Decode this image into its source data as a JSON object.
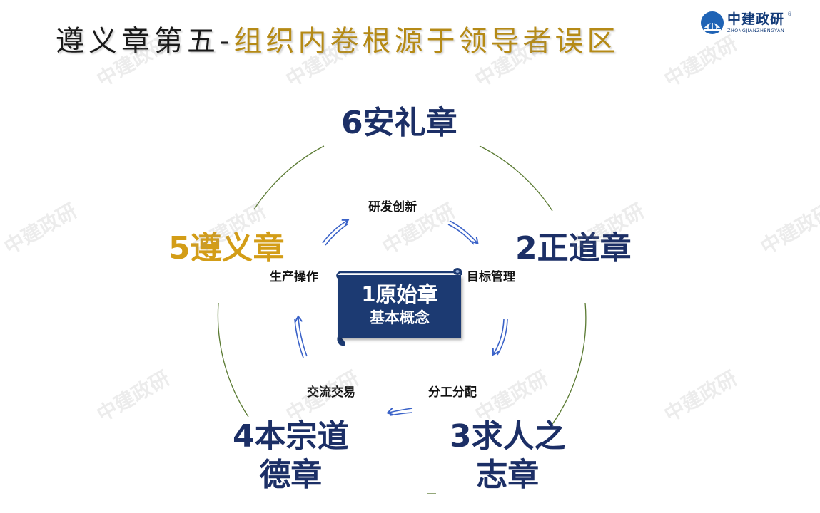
{
  "title": {
    "part1": "遵义章第五",
    "separator": "-",
    "part2": "组织内卷根源于领导者误区"
  },
  "logo": {
    "name": "中建政研",
    "registered": "®",
    "subtitle": "ZHONGJIANZHENGYAN"
  },
  "watermark": "中建政研",
  "center": {
    "title": "1原始章",
    "subtitle": "基本概念"
  },
  "nodes": {
    "n6": "6安礼章",
    "n2": "2正道章",
    "n3_line1": "3求人之",
    "n3_line2": "志章",
    "n4_line1": "4本宗道",
    "n4_line2": "德章",
    "n5": "5遵义章"
  },
  "steps": {
    "research": "研发创新",
    "target": "目标管理",
    "division": "分工分配",
    "exchange": "交流交易",
    "production": "生产操作"
  },
  "colors": {
    "navy": "#1c2f66",
    "gold": "#d39d17",
    "arrow": "#3a62c8",
    "circle": "#5a7a32",
    "scroll": "#1c3a72"
  }
}
